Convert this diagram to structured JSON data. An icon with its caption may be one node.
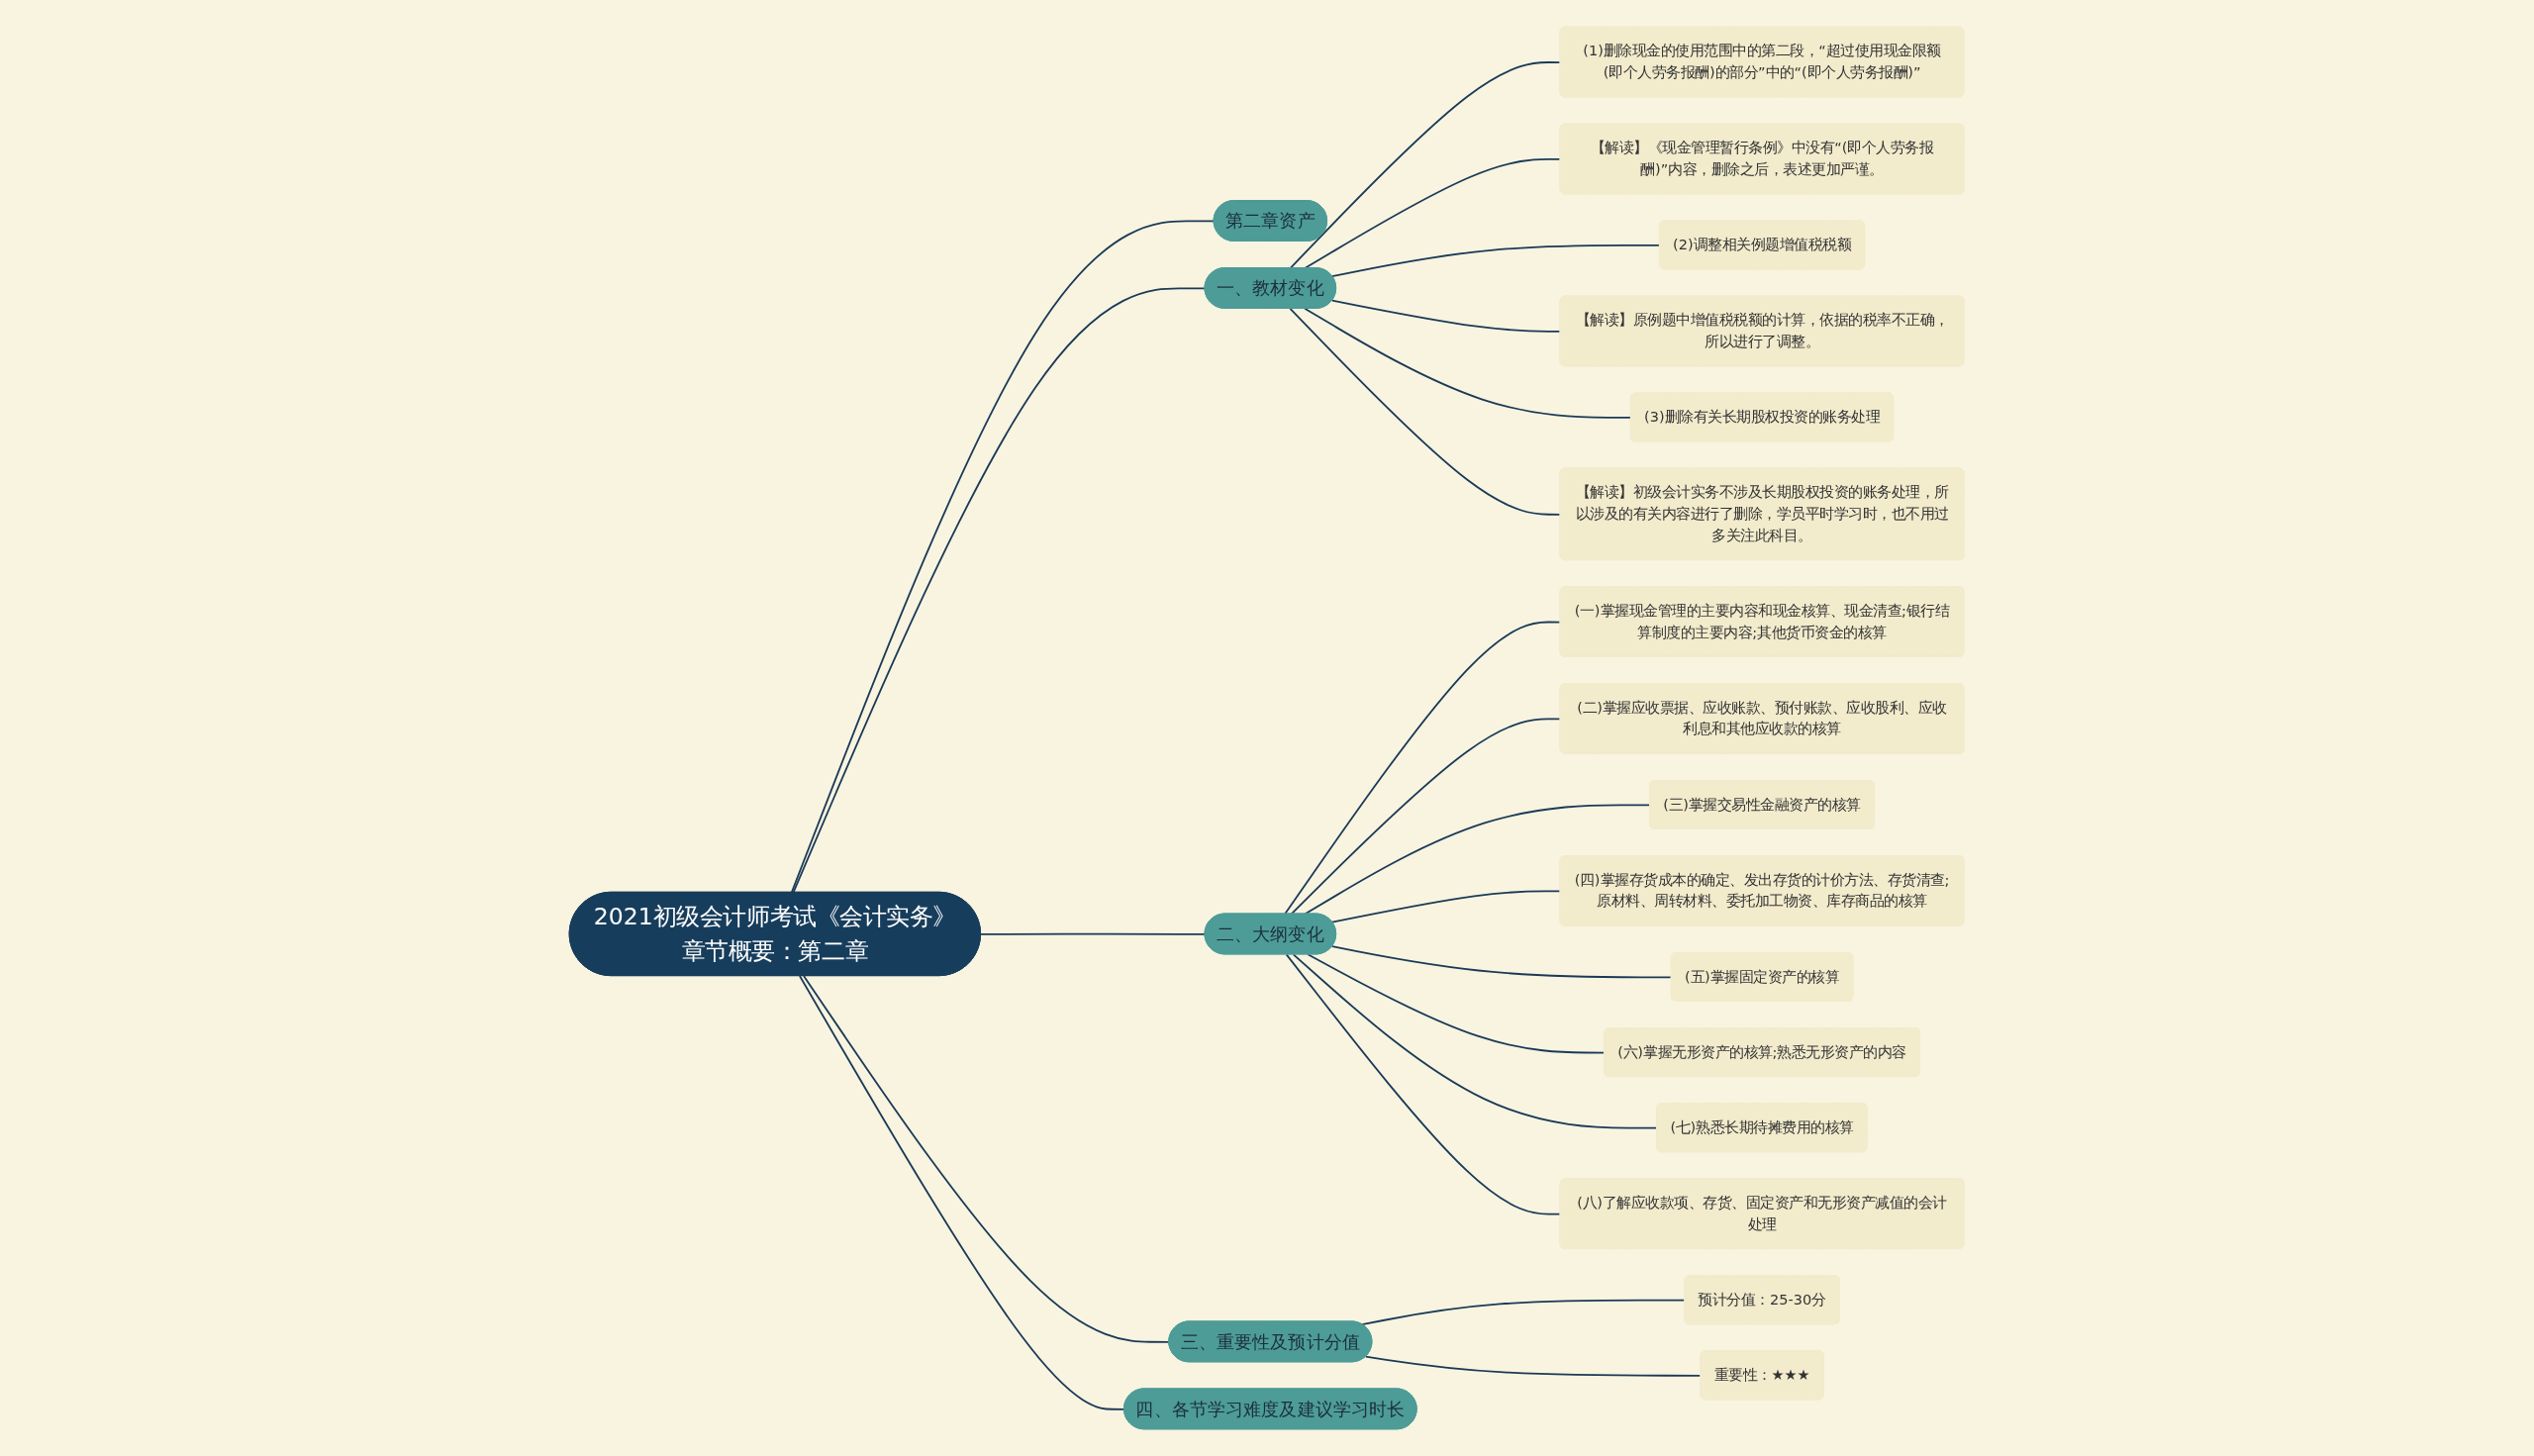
{
  "diagram": {
    "nodes": [
      {
        "text": [
          "2021初级会计师考试《会计实务》章节概要：第二章"
        ]
      },
      {
        "text": [
          "第二章资产"
        ]
      },
      {
        "text": [
          "一、教材变化"
        ]
      },
      {
        "text": [
          "(1)删除现金的使用范围中的第二段，“超过使用现金限额(即个人劳务报酬)的部分”中的“(即个人劳务报酬)”"
        ]
      },
      {
        "text": [
          "【解读】《现金管理暂行条例》中没有“(即个人劳务报酬)”内容，删除之后，表述更加严谨。"
        ]
      },
      {
        "text": [
          "(2)调整相关例题增值税税额"
        ]
      },
      {
        "text": [
          "【解读】原例题中增值税税额的计算，依据的税率不正确，所以进行了调整。"
        ]
      },
      {
        "text": [
          "(3)删除有关长期股权投资的账务处理"
        ]
      },
      {
        "text": [
          "【解读】初级会计实务不涉及长期股权投资的账务处理，所以涉及的有关内容进行了删除，学员平时学习时，也不用过多关注此科目。"
        ]
      },
      {
        "text": [
          "二、大纲变化"
        ]
      },
      {
        "text": [
          "(一)掌握现金管理的主要内容和现金核算、现金清查;银行结算制度的主要内容;其他货币资金的核算"
        ]
      },
      {
        "text": [
          "(二)掌握应收票据、应收账款、预付账款、应收股利、应收利息和其他应收款的核算"
        ]
      },
      {
        "text": [
          "(三)掌握交易性金融资产的核算"
        ]
      },
      {
        "text": [
          "(四)掌握存货成本的确定、发出存货的计价方法、存货清查;原材料、周转材料、委托加工物资、库存商品的核算"
        ]
      },
      {
        "text": [
          "(五)掌握固定资产的核算"
        ]
      },
      {
        "text": [
          "(六)掌握无形资产的核算;熟悉无形资产的内容"
        ]
      },
      {
        "text": [
          "(七)熟悉长期待摊费用的核算"
        ]
      },
      {
        "text": [
          "(八)了解应收款项、存货、固定资产和无形资产减值的会计处理"
        ]
      },
      {
        "text": [
          "三、重要性及预计分值"
        ]
      },
      {
        "text": [
          "预计分值：25-30分"
        ]
      },
      {
        "text": [
          "重要性：★★★"
        ]
      },
      {
        "text": [
          "四、各节学习难度及建议学习时长"
        ]
      }
    ],
    "edges": [
      {
        "from": 0,
        "to": 1,
        "arrow": "none"
      },
      {
        "from": 0,
        "to": 2,
        "arrow": "none"
      },
      {
        "from": 2,
        "to": 3,
        "arrow": "none"
      },
      {
        "from": 2,
        "to": 4,
        "arrow": "none"
      },
      {
        "from": 2,
        "to": 5,
        "arrow": "none"
      },
      {
        "from": 2,
        "to": 6,
        "arrow": "none"
      },
      {
        "from": 2,
        "to": 7,
        "arrow": "none"
      },
      {
        "from": 2,
        "to": 8,
        "arrow": "none"
      },
      {
        "from": 0,
        "to": 9,
        "arrow": "none"
      },
      {
        "from": 9,
        "to": 10,
        "arrow": "none"
      },
      {
        "from": 9,
        "to": 11,
        "arrow": "none"
      },
      {
        "from": 9,
        "to": 12,
        "arrow": "none"
      },
      {
        "from": 9,
        "to": 13,
        "arrow": "none"
      },
      {
        "from": 9,
        "to": 14,
        "arrow": "none"
      },
      {
        "from": 9,
        "to": 15,
        "arrow": "none"
      },
      {
        "from": 9,
        "to": 16,
        "arrow": "none"
      },
      {
        "from": 9,
        "to": 17,
        "arrow": "none"
      },
      {
        "from": 0,
        "to": 18,
        "arrow": "none"
      },
      {
        "from": 18,
        "to": 19,
        "arrow": "none"
      },
      {
        "from": 18,
        "to": 20,
        "arrow": "none"
      },
      {
        "from": 0,
        "to": 21,
        "arrow": "none"
      }
    ]
  }
}
